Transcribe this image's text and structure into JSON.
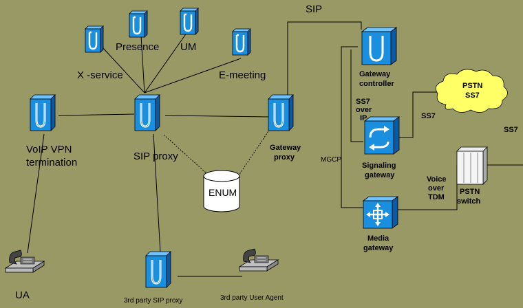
{
  "colors": {
    "background": "#999966",
    "device_front": "#1a8fe0",
    "device_side": "#0a5aa8",
    "device_top": "#6ec3ff",
    "cloud": "#ffff66"
  },
  "labels": {
    "sip_top": "SIP",
    "presence": "Presence",
    "um": "UM",
    "x_service": "X -service",
    "e_meeting": "E-meeting",
    "voip_vpn_line1": "VoIP VPN",
    "voip_vpn_line2": "termination",
    "sip_proxy": "SIP proxy",
    "gateway_proxy_line1": "Gateway",
    "gateway_proxy_line2": "proxy",
    "enum": "ENUM",
    "gateway_controller_line1": "Gateway",
    "gateway_controller_line2": "controller",
    "ss7_over_ip_line1": "SS7",
    "ss7_over_ip_line2": "over",
    "ss7_over_ip_line3": "IP",
    "ss7_left": "SS7",
    "ss7_right": "SS7",
    "pstn_cloud_line1": "PSTN",
    "pstn_cloud_line2": "SS7",
    "mgcp": "MGCP",
    "signaling_gateway_line1": "Signaling",
    "signaling_gateway_line2": "gateway",
    "voice_over_tdm_line1": "Voice",
    "voice_over_tdm_line2": "over",
    "voice_over_tdm_line3": "TDM",
    "pstn_switch_line1": "PSTN",
    "pstn_switch_line2": "switch",
    "media_gateway_line1": "Media",
    "media_gateway_line2": "gateway",
    "ua": "UA",
    "third_party_sip_proxy": "3rd party SIP proxy",
    "third_party_user_agent": "3rd party User Agent"
  },
  "icons": {
    "sip_server": "sip-server-icon",
    "database": "database-icon",
    "phone": "telephone-icon",
    "signaling": "signaling-gateway-icon",
    "media": "media-gateway-icon",
    "switch": "pstn-switch-icon",
    "cloud": "cloud-icon"
  }
}
